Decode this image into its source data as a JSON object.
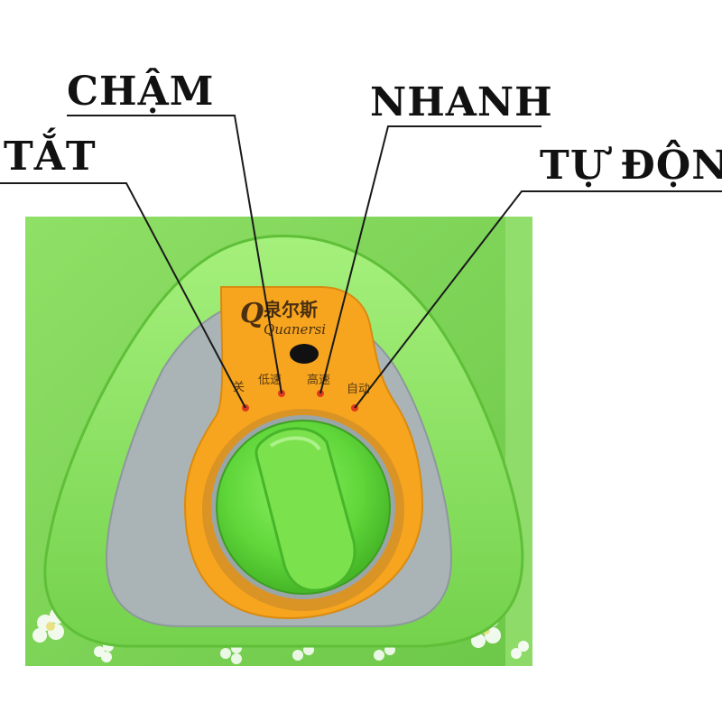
{
  "callouts": {
    "off": "TẮT",
    "slow": "CHẬM",
    "fast": "NHANH",
    "auto": "TỰ ĐỘN"
  },
  "brand": {
    "mark": "Q",
    "chinese_name": "泉尔斯",
    "latin_name": "Quanersi"
  },
  "dial_marks": {
    "off": "关",
    "slow": "低速",
    "fast": "高速",
    "auto": "自动"
  },
  "colors": {
    "body_green": "#7ed957",
    "panel_orange": "#f7a51e",
    "knob_green": "#5fd63a",
    "accent_grey": "#a9b3b6",
    "indicator_red": "#e03a1e"
  }
}
